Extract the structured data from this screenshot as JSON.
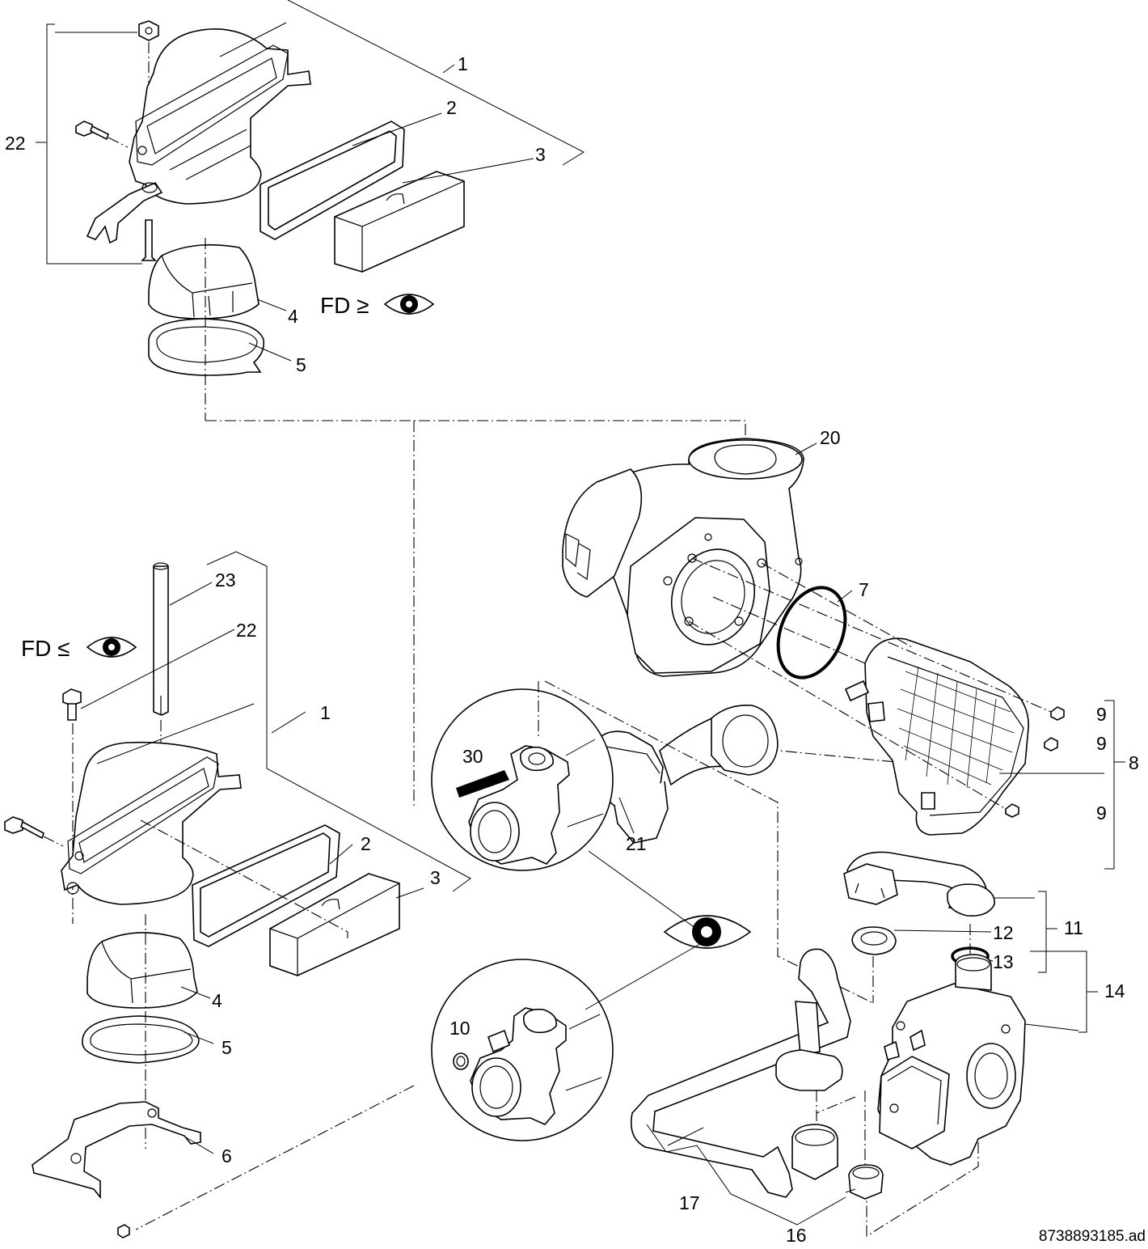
{
  "callouts": {
    "c1_top": "1",
    "c2_top": "2",
    "c3_top": "3",
    "c4_top": "4",
    "c5_top": "5",
    "c22_top": "22",
    "c20": "20",
    "c7": "7",
    "c23": "23",
    "c22_mid": "22",
    "c1_bot": "1",
    "c2_bot": "2",
    "c3_bot": "3",
    "c4_bot": "4",
    "c5_bot": "5",
    "c6": "6",
    "c30": "30",
    "c21": "21",
    "c9_a": "9",
    "c9_b": "9",
    "c9_c": "9",
    "c8": "8",
    "c11": "11",
    "c12": "12",
    "c13": "13",
    "c14": "14",
    "c10": "10",
    "c17": "17",
    "c16": "16"
  },
  "notes": {
    "fd_ge": "FD ≥",
    "fd_le": "FD ≤"
  },
  "document_id": "8738893185.ad",
  "icons": {
    "eye": "eye-icon"
  }
}
